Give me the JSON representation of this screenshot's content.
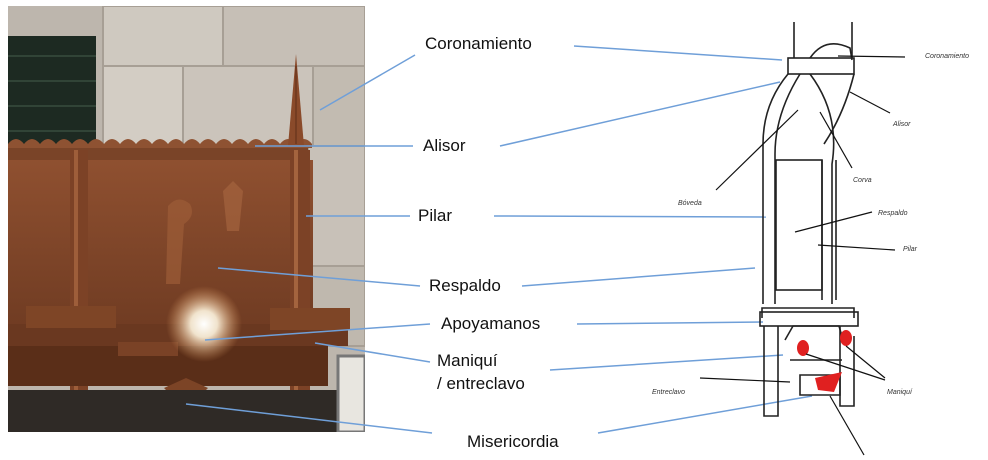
{
  "labels": {
    "coronamiento": "Coronamiento",
    "alisor": "Alisor",
    "pilar": "Pilar",
    "respaldo": "Respaldo",
    "apoyamanos": "Apoyamanos",
    "maniqui_line1": "Maniquí",
    "maniqui_line2": "/ entreclavo",
    "misericordia": "Misericordia"
  },
  "sketch_labels": {
    "coronamiento": "Coronamiento",
    "alisor": "Alisor",
    "corva": "Corva",
    "boveda": "Bóveda",
    "respaldo": "Respaldo",
    "pilar": "Pilar",
    "entreclavo": "Entreclavo",
    "maniqui": "Maniquí"
  },
  "colors": {
    "pointer_line": "#6f9fd8",
    "wood_dark": "#6b3a22",
    "wood_mid": "#9a5a35",
    "stone": "#c9c3bb",
    "sketch_red": "#e02020"
  }
}
